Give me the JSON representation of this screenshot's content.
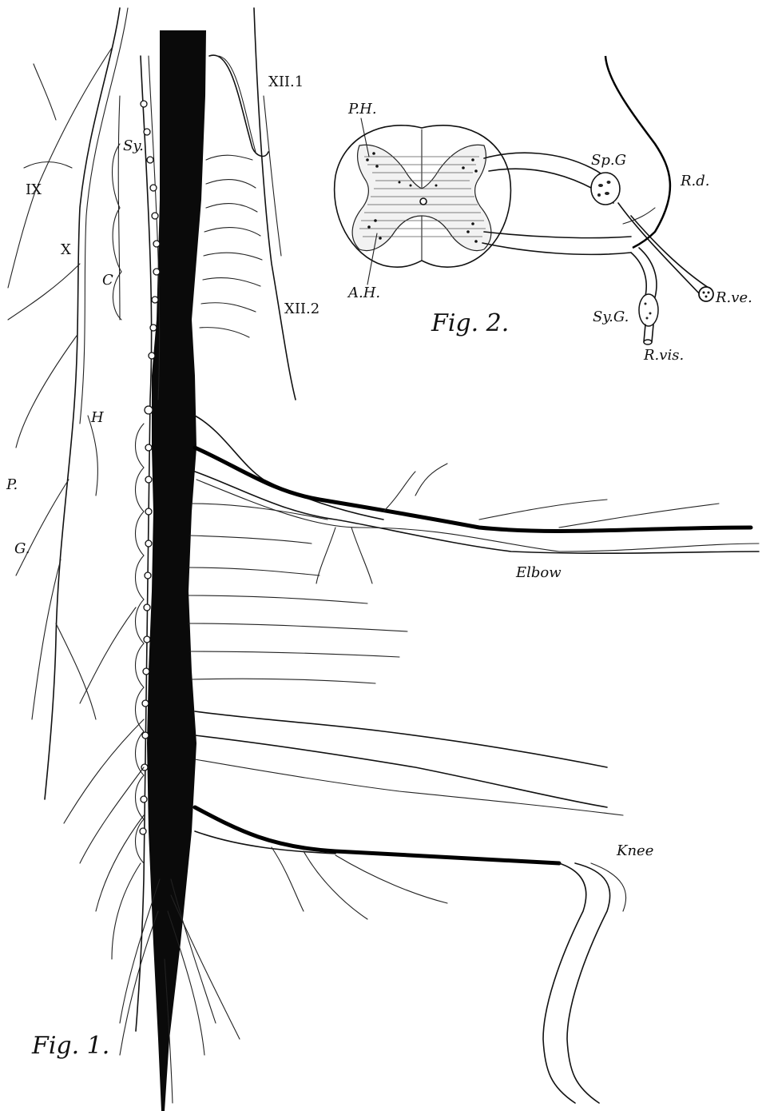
{
  "figure1": {
    "caption": "Fig. 1.",
    "labels": {
      "xii1": "XII.1",
      "xii2": "XII.2",
      "ix": "IX",
      "x": "X",
      "sy": "Sy.",
      "c": "C",
      "h": "H",
      "p": "P.",
      "g": "G.",
      "elbow": "Elbow",
      "knee": "Knee"
    }
  },
  "figure2": {
    "caption": "Fig. 2.",
    "labels": {
      "ph": "P.H.",
      "ah": "A.H.",
      "spg": "Sp.G",
      "rd": "R.d.",
      "rve": "R.ve.",
      "syg": "Sy.G.",
      "rvis": "R.vis."
    }
  }
}
